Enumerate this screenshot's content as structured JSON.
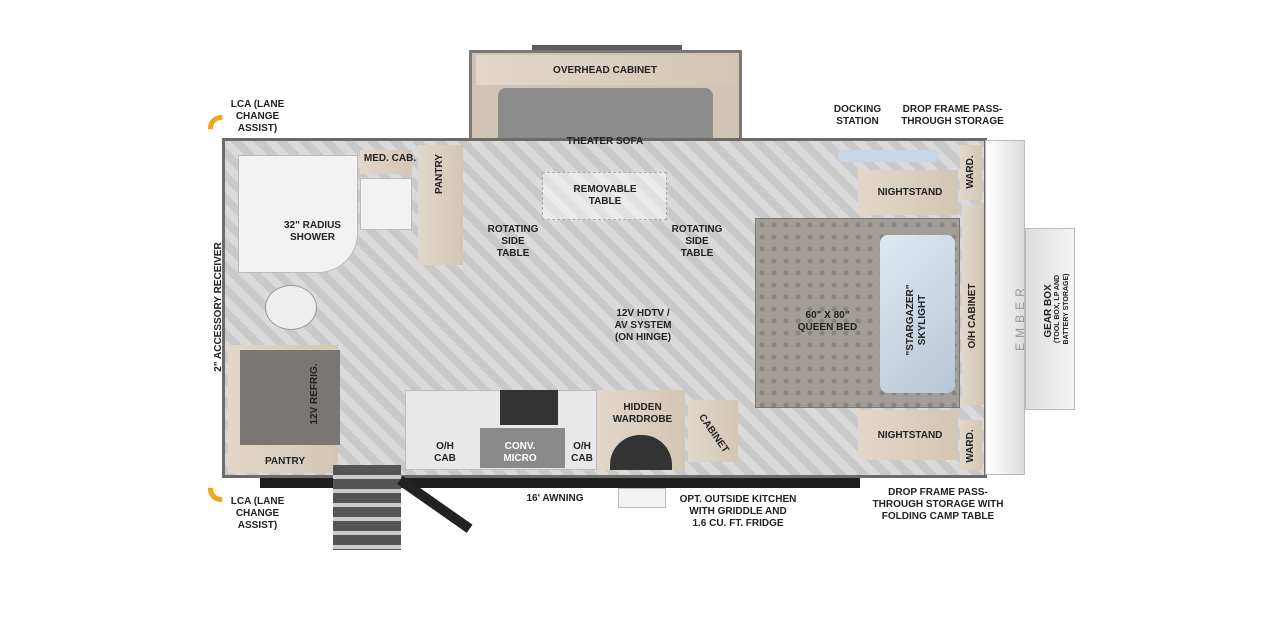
{
  "labels": {
    "overhead_cabinet": "OVERHEAD CABINET",
    "theater_sofa": "THEATER SOFA",
    "removable_table": "REMOVABLE\nTABLE",
    "rotating_side_table_left": "ROTATING\nSIDE\nTABLE",
    "rotating_side_table_right": "ROTATING\nSIDE\nTABLE",
    "docking_station": "DOCKING\nSTATION",
    "drop_frame_top": "DROP FRAME PASS-\nTHROUGH STORAGE",
    "lca_top": "LCA (LANE\nCHANGE\nASSIST)",
    "lca_bottom": "LCA (LANE\nCHANGE\nASSIST)",
    "med_cab": "MED. CAB.",
    "shower": "32\" RADIUS\nSHOWER",
    "pantry_top": "PANTRY",
    "accessory_receiver": "2\" ACCESSORY RECEIVER",
    "refrig": "12V REFRIG.",
    "pantry_bottom": "PANTRY",
    "oh_cab_left": "O/H\nCAB",
    "conv_micro": "CONV.\nMICRO",
    "oh_cab_right": "O/H\nCAB",
    "hidden_wardrobe": "HIDDEN\nWARDROBE",
    "cabinet": "CABINET",
    "hdtv": "12V HDTV /\nAV SYSTEM\n(ON HINGE)",
    "queen_bed": "60\" X 80\"\nQUEEN BED",
    "skylight": "\"STARGAZER\"\nSKYLIGHT",
    "nightstand_top": "NIGHTSTAND",
    "nightstand_bottom": "NIGHTSTAND",
    "ward_top": "WARD.",
    "ward_bottom": "WARD.",
    "oh_cabinet_front": "O/H CABINET",
    "gear_box": "GEAR BOX",
    "gear_box_sub": "(TOOL BOX, LP AND\nBATTERY STORAGE)",
    "awning": "16' AWNING",
    "outside_kitchen": "OPT. OUTSIDE KITCHEN\nWITH GRIDDLE AND\n1.6 CU. FT. FRIDGE",
    "drop_frame_bottom": "DROP FRAME PASS-\nTHROUGH STORAGE WITH\nFOLDING CAMP TABLE"
  },
  "logo_text": "EMBER",
  "colors": {
    "accent": "#f3a51b",
    "wall": "#7d7872"
  }
}
